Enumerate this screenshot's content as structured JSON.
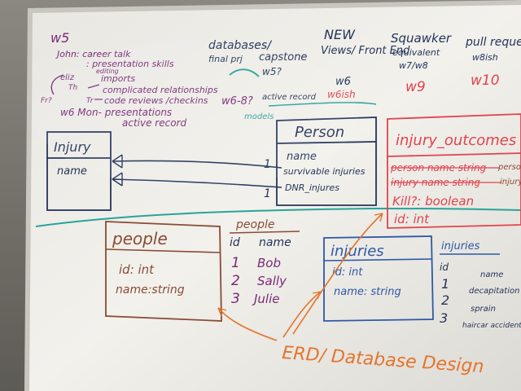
{
  "notes_w5": {
    "heading": "w5",
    "lines": [
      "John: career talk",
      ": presentation skills",
      "editing",
      "imports",
      "eliz",
      "complicated relationships",
      "Th",
      "Fr?",
      "Tr",
      "code reviews /checkins"
    ],
    "w6_line": "w6 Mon- presentations",
    "active_record": "active record"
  },
  "schedule": [
    {
      "title": "databases/",
      "sub": "final prj",
      "week": "w6-8?"
    },
    {
      "title": "capstone",
      "sub": "w5?",
      "week": "active record"
    },
    {
      "title": "NEW",
      "sub": "Views/ Front End",
      "week": "w6",
      "week2": "w6ish"
    },
    {
      "title": "Squawker",
      "sub": "equivalent",
      "week": "w7/w8",
      "week2": "w9"
    },
    {
      "title": "pull reques",
      "sub": "w8ish",
      "week": "w10"
    }
  ],
  "models_label": "models",
  "injury_box": {
    "title": "Injury",
    "field": "name"
  },
  "person_box": {
    "title": "Person",
    "fields": [
      "name",
      "survivable injuries",
      "DNR_injures"
    ]
  },
  "relation_labels": {
    "one_a": "1",
    "one_b": "1"
  },
  "injury_outcomes": {
    "title": "injury_outcomes",
    "fields": [
      "person name string",
      "injury name string",
      "Kill?: boolean",
      "id: int"
    ],
    "struck": [
      true,
      true,
      false,
      false
    ],
    "overflow": [
      "person",
      "injury"
    ]
  },
  "people_erd": {
    "title": "people",
    "fields": [
      "id: int",
      "name:string"
    ]
  },
  "people_table": {
    "title": "people",
    "columns": [
      "id",
      "name"
    ],
    "rows": [
      [
        "1",
        "Bob"
      ],
      [
        "2",
        "Sally"
      ],
      [
        "3",
        "Julie"
      ]
    ]
  },
  "injuries_erd": {
    "title": "injuries",
    "fields": [
      "id: int",
      "name: string"
    ]
  },
  "injuries_table": {
    "title": "injuries",
    "columns": [
      "id",
      "name"
    ],
    "rows": [
      [
        "1",
        "decapitation"
      ],
      [
        "2",
        "sprain"
      ],
      [
        "3",
        "haircar accident"
      ]
    ]
  },
  "erd_caption": "ERD/ Database Design",
  "colors": {
    "wall": "#6f6d66",
    "board": "#ecebe6",
    "frame": "#c9c6bf",
    "purple": "#7a2a78",
    "navy": "#24345a",
    "blue": "#2f58a6",
    "orange": "#e4742c",
    "red": "#e1434e",
    "teal": "#2aa39a"
  }
}
